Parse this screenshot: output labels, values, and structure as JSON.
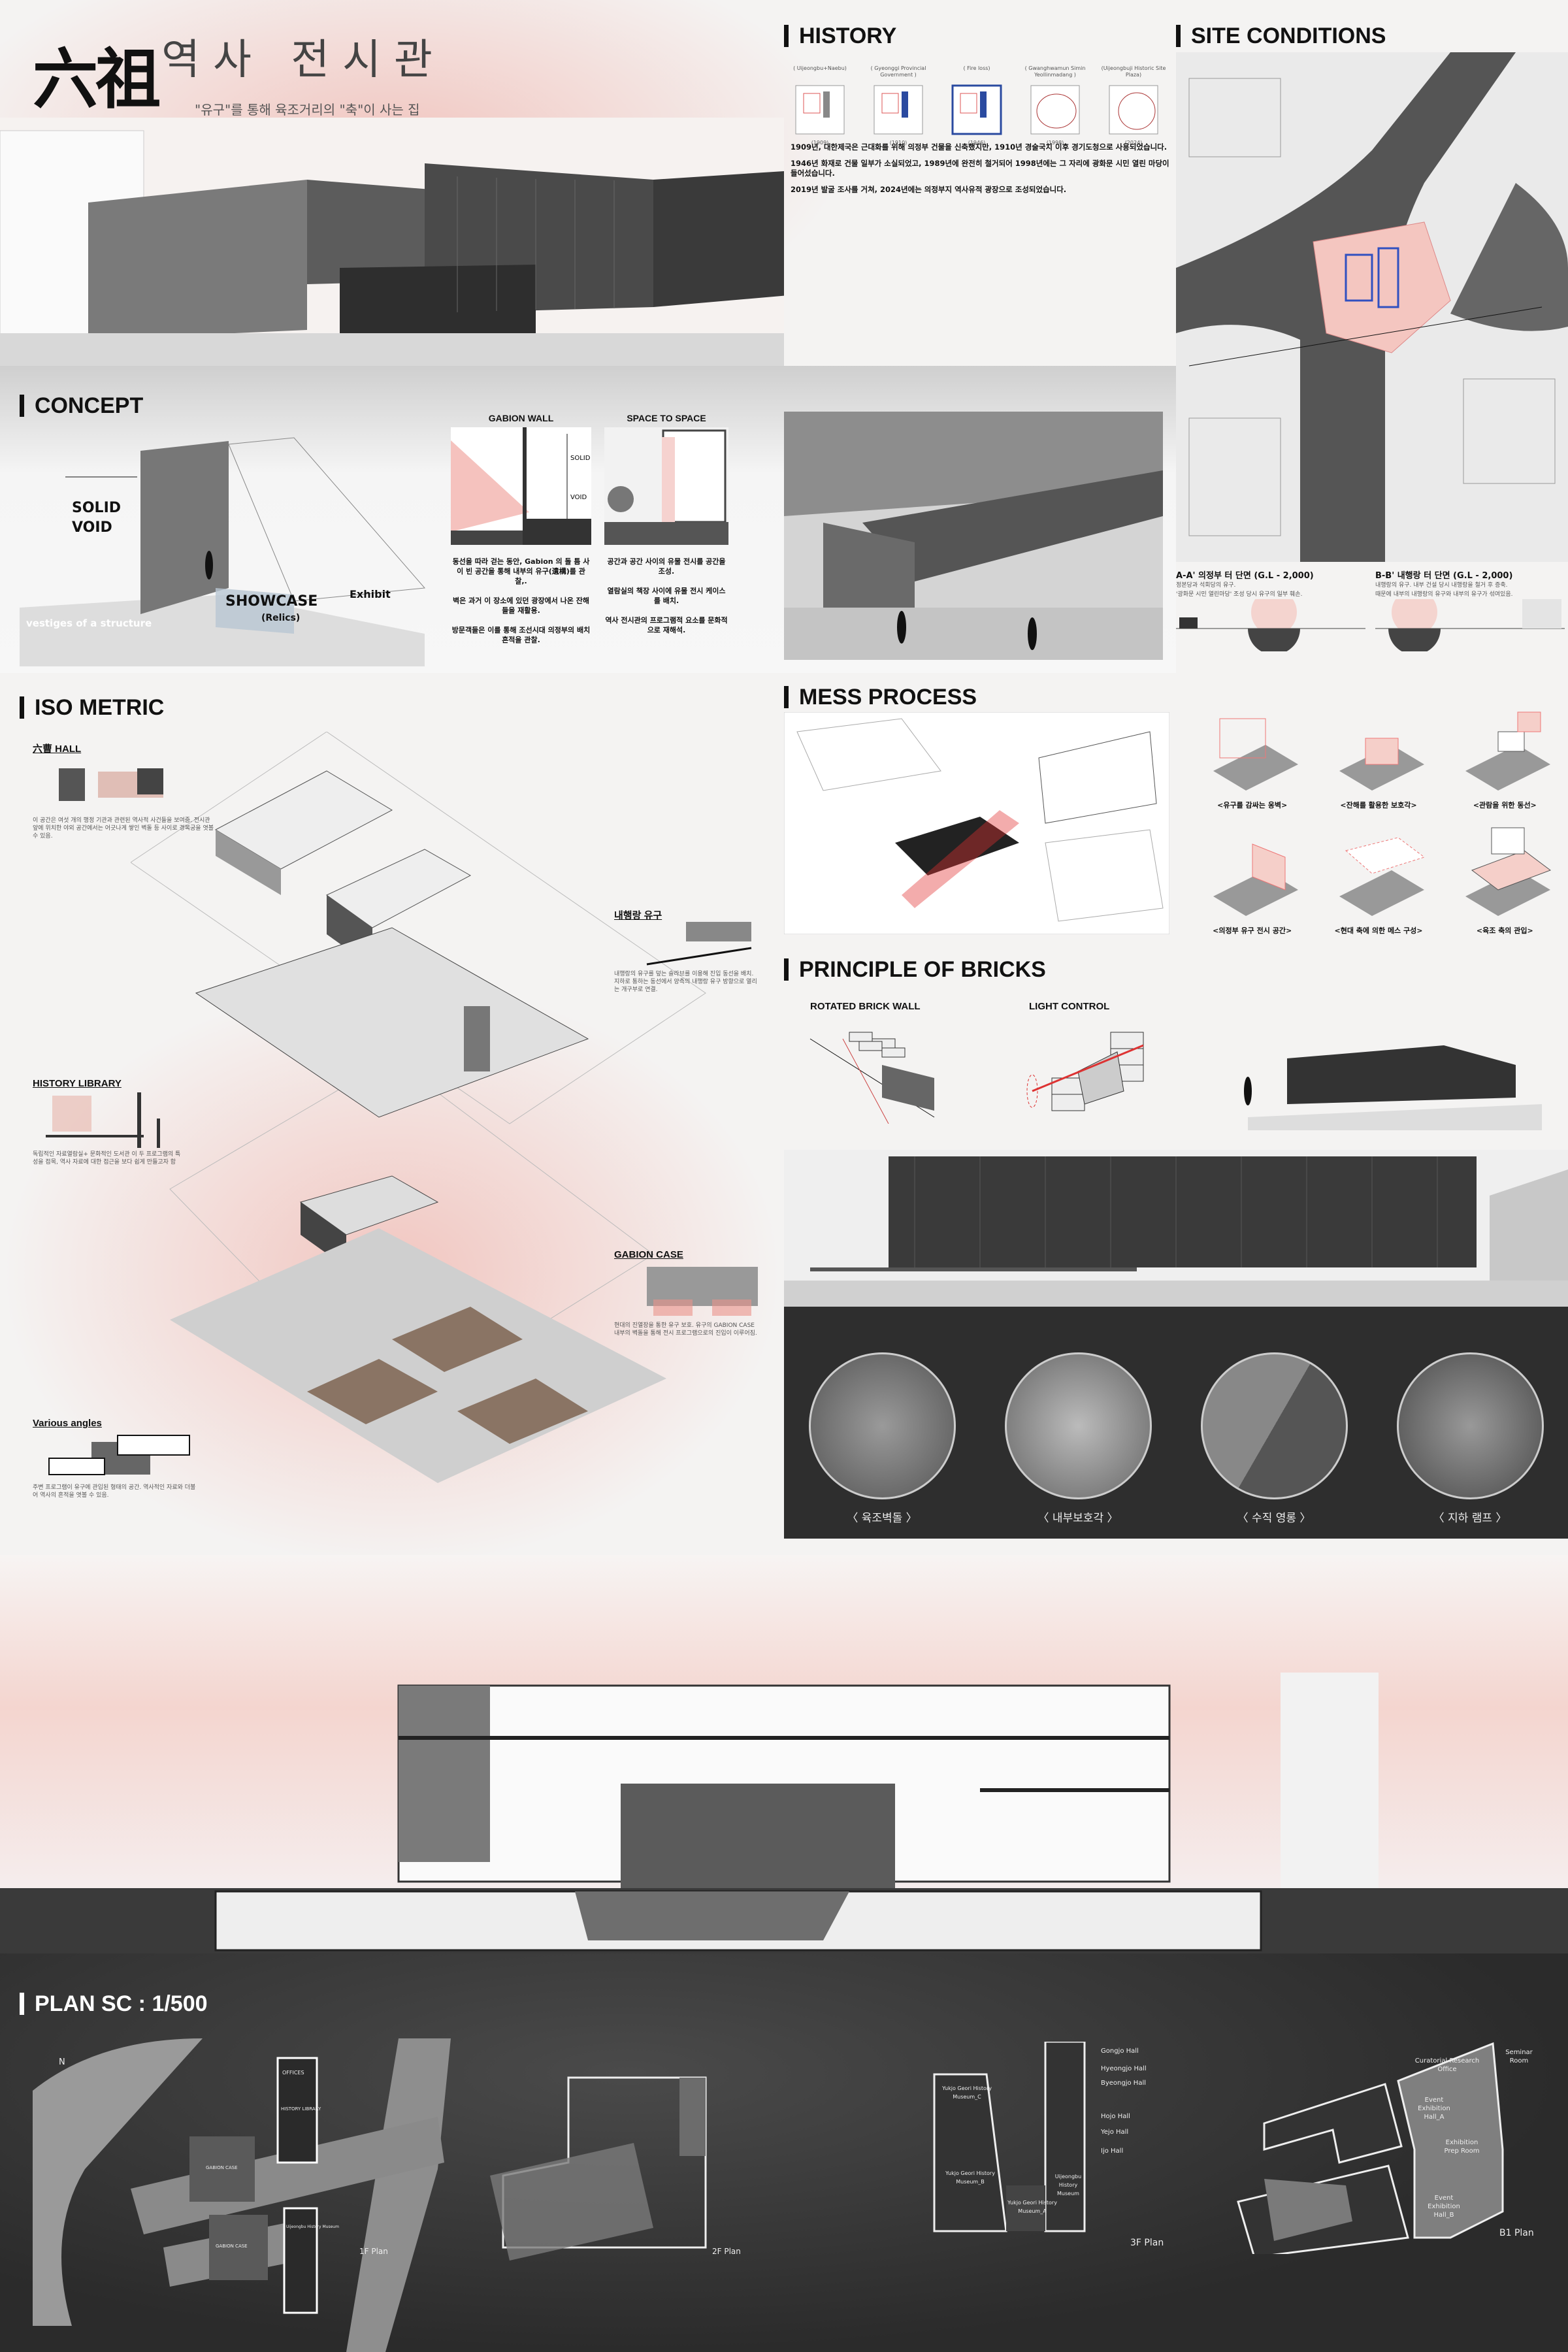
{
  "title": {
    "hanja": "六祖",
    "main": "역사 전시관",
    "subtitle": "\"유구\"를 통해 육조거리의 \"축\"이 사는 집"
  },
  "history": {
    "heading": "HISTORY",
    "maps": [
      {
        "name": "( Uijeongbu+Naebu)",
        "year": "(1909)"
      },
      {
        "name": "( Gyeonggi Provincial Government )",
        "year": "(1910)"
      },
      {
        "name": "( Fire loss)",
        "year": "(1946)"
      },
      {
        "name": "( Gwanghwamun Simin Yeollinmadang )",
        "year": "(1998)"
      },
      {
        "name": "(Uijeongbuji Historic Site Plaza)",
        "year": "(2024)"
      }
    ],
    "paragraphs": [
      "1909년, 대한제국은 근대화를 위해 의정부 건물을 신축했지만, 1910년 경술국치 이후 경기도청으로 사용되었습니다.",
      "1946년 화재로 건물 일부가 소실되었고, 1989년에 완전히 철거되어 1998년에는 그 자리에 광화문 시민 열린 마당이 들어섰습니다.",
      "2019년 발굴 조사를 거쳐, 2024년에는 의정부지 역사유적 광장으로 조성되었습니다."
    ]
  },
  "site": {
    "heading": "SITE CONDITIONS",
    "sections": [
      {
        "title": "A-A' 의정부 터 단면 (G.L - 2,000)",
        "lines": [
          "정본당과 석회당의 유구.",
          "'광화문 시민 열린마당' 조성 당시 유구의 일부 훼손."
        ]
      },
      {
        "title": "B-B' 내행랑 터 단면 (G.L - 2,000)",
        "lines": [
          "내행랑의 유구. 내부 건설 당시 내행랑을 철거 후 증축.",
          "때문에 내부의 내행랑의 유구와 내부의 유구가 섞여있음."
        ]
      }
    ]
  },
  "concept": {
    "heading": "CONCEPT",
    "labels": {
      "solid": "SOLID",
      "void": "VOID",
      "showcase": "SHOWCASE",
      "relics": "(Relics)",
      "exhibit": "Exhibit",
      "vestiges": "vestiges of a structure"
    },
    "gabion": {
      "title": "GABION WALL",
      "solid": "SOLID",
      "void": "VOID",
      "paragraphs": [
        "동선을 따라 걷는 동안, Gabion 의 돌 틈 사이 빈 공간을 통해 내부의 유구(遺構)를 관찰,.",
        "벽은 과거 이 장소에 있던 광장에서 나온 잔해들을 재활용.",
        "방문객들은 이를 통해 조선시대 의정부의 배치 흔적을 관찰."
      ]
    },
    "space": {
      "title": "SPACE TO SPACE",
      "paragraphs": [
        "공간과 공간 사이의 유물 전시를 공간을 조성.",
        "열람실의 책장 사이에 유물 전시 케이스를 배치.",
        "역사 전시관의 프로그램적 요소를 문화적으로 재해석."
      ]
    }
  },
  "iso": {
    "heading": "ISO METRIC",
    "callouts": [
      {
        "title": "六曹 HALL",
        "text": "이 공간은 여섯 개의 행정 기관과 관련된 역사적 사건들을 보여줌. 전시관 앞에 위치한 야외 공간에서는 어긋나게 쌓인 벽돌 등 사이로 경복궁을 엿볼 수 있음."
      },
      {
        "title": "내행랑 유구",
        "text": "내행랑의 유구를 덮는 슬라브를 이용해 진입 동선을 배치. 지하로 통하는 동선에서 양측의 내행랑 유구 방향으로 열리는 개구부로 연결."
      },
      {
        "title": "HISTORY LIBRARY",
        "text": "독립적인 자료열람실+ 문화적인 도서관 이 두 프로그램의 특성을 접목, 역사 자료에 대한 접근을 보다 쉽게 만들고자 함"
      },
      {
        "title": "GABION CASE",
        "text": "현대의 진열장을 통한 유구 보호. 유구의 GABION CASE내부의 벽돌을 통해 전시 프로그램으로의 진입이 이루어짐."
      },
      {
        "title": "Various angles",
        "text": "주변 프로그램이 유구에 관입된 형태의 공간. 역사적인 자료와 더불어 역사의 흔적을 엿볼 수 있음."
      }
    ]
  },
  "mess": {
    "heading": "MESS PROCESS",
    "steps": [
      "<유구를 감싸는 옹벽>",
      "<잔해를 활용한 보호각>",
      "<관람을 위한 동선>",
      "<의정부 유구 전시 공간>",
      "<현대 축에 의한 메스 구성>",
      "<육조 축의 관입>"
    ]
  },
  "bricks": {
    "heading": "PRINCIPLE OF BRICKS",
    "sub1": "ROTATED BRICK WALL",
    "sub2": "LIGHT CONTROL",
    "circles": [
      "〈 육조벽돌 〉",
      "〈 내부보호각 〉",
      "〈 수직 영롱 〉",
      "〈 지하 램프 〉"
    ]
  },
  "plan": {
    "heading": "PLAN SC : 1/500",
    "north": "N",
    "floors": [
      {
        "label": "1F Plan",
        "rooms": [
          "OFFICES",
          "HISTORY LIBRARY",
          "GABION CASE",
          "GABION CASE",
          "Uijeongbu History Museum"
        ]
      },
      {
        "label": "2F Plan",
        "rooms": []
      },
      {
        "label": "3F Plan",
        "rooms": [
          "Gongjo Hall",
          "Hyeongjo Hall",
          "Byeongjo Hall",
          "Hojo Hall",
          "Yejo Hall",
          "Ijo Hall",
          "Yukjo Geori History Museum_C",
          "Yukjo Geori History Museum_B",
          "Yukjo Geori History Museum_A",
          "Uijeongbu History Museum"
        ]
      },
      {
        "label": "B1 Plan",
        "rooms": [
          "Seminar Room",
          "Curatorial Research Office",
          "Event Exhibition Hall_A",
          "Exhibition Prep Room",
          "Event Exhibition Hall_B"
        ]
      }
    ]
  },
  "colors": {
    "accent": "#e9938a",
    "dark": "#2b2b2b",
    "bg": "#f4f3f2"
  }
}
